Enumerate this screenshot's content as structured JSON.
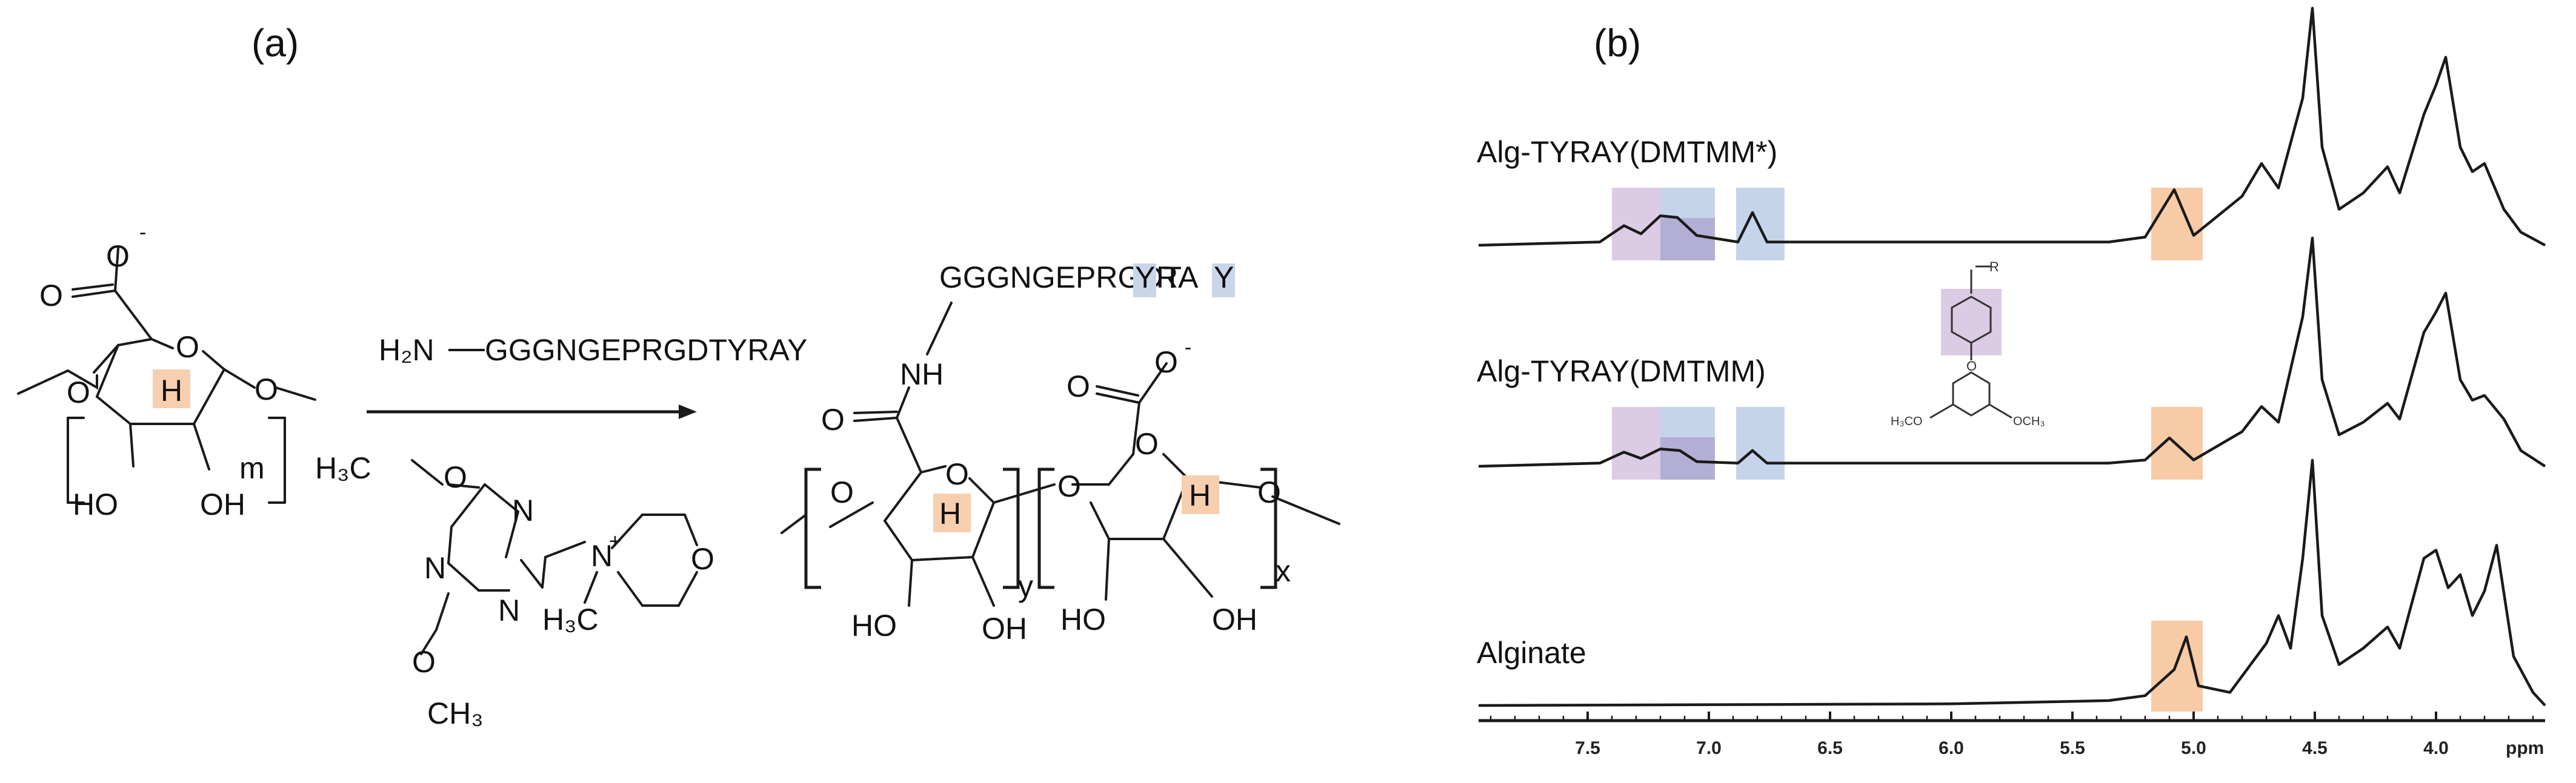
{
  "panels": {
    "a": {
      "label": "(a)"
    },
    "b": {
      "label": "(b)"
    }
  },
  "reactant": {
    "carboxylate_charge": "-",
    "carbonyl_o": "O",
    "ring_o": "O",
    "h_label": "H",
    "hydroxyl_1": "HO",
    "hydroxyl_2": "OH",
    "repeat_index": "m"
  },
  "reagent": {
    "amine": "H₂N",
    "peptide": "GGGNGEPRGDTYRAY",
    "peptide_color": "#1c12e6"
  },
  "dmtmm": {
    "methoxy_top": "H₃C",
    "o_top": "O",
    "n1": "N",
    "n2": "N",
    "n3": "N",
    "n_plus": "N",
    "plus_charge": "+",
    "n_methyl": "H₃C",
    "morph_o": "O",
    "o_bottom": "O",
    "methyl_bottom": "CH₃"
  },
  "product": {
    "peptide_prefix": "GGGNGEPRGDT",
    "peptide_y1": "Y",
    "peptide_mid": "RA",
    "peptide_y2": "Y",
    "amide_nh": "NH",
    "amide_o": "O",
    "ring_o_1": "O",
    "ring_o_2": "O",
    "linker_o": "O",
    "carboxylate_o": "O",
    "carboxylate_charge": "-",
    "h_1": "H",
    "h_2": "H",
    "hydroxyls": [
      "HO",
      "OH",
      "HO",
      "OH"
    ],
    "index_y": "y",
    "index_x": "x"
  },
  "highlight_colors": {
    "anomeric_h": "#f7cfae",
    "peptide_tyr": "#c9d6ea",
    "purple": "#dccbe4",
    "blue": "#c5d4ea",
    "orange": "#f6cba6"
  },
  "chart_data": {
    "type": "line",
    "title": "",
    "xlabel": "ppm",
    "ylabel": "",
    "xlim": [
      7.95,
      3.55
    ],
    "x_reversed": true,
    "x_ticks": [
      7.5,
      7.0,
      6.5,
      6.0,
      5.5,
      5.0,
      4.5,
      4.0
    ],
    "tick_labels": [
      "7.5",
      "7.0",
      "6.5",
      "6.0",
      "5.5",
      "5.0",
      "4.5",
      "4.0"
    ],
    "axis_unit_label": "ppm",
    "grid": false,
    "series": [
      {
        "name": "Alg-TYRAY(DMTMM*)",
        "points": [
          [
            7.95,
            0
          ],
          [
            7.45,
            0.02
          ],
          [
            7.35,
            0.12
          ],
          [
            7.28,
            0.07
          ],
          [
            7.2,
            0.18
          ],
          [
            7.13,
            0.17
          ],
          [
            7.05,
            0.06
          ],
          [
            6.88,
            0.02
          ],
          [
            6.82,
            0.2
          ],
          [
            6.76,
            0.02
          ],
          [
            5.35,
            0.02
          ],
          [
            5.2,
            0.05
          ],
          [
            5.08,
            0.34
          ],
          [
            5.0,
            0.06
          ],
          [
            4.8,
            0.3
          ],
          [
            4.72,
            0.5
          ],
          [
            4.65,
            0.35
          ],
          [
            4.55,
            0.9
          ],
          [
            4.51,
            1.45
          ],
          [
            4.47,
            0.6
          ],
          [
            4.4,
            0.22
          ],
          [
            4.3,
            0.32
          ],
          [
            4.2,
            0.48
          ],
          [
            4.15,
            0.32
          ],
          [
            4.05,
            0.8
          ],
          [
            4.0,
            0.98
          ],
          [
            3.96,
            1.15
          ],
          [
            3.9,
            0.6
          ],
          [
            3.85,
            0.45
          ],
          [
            3.8,
            0.5
          ],
          [
            3.72,
            0.22
          ],
          [
            3.65,
            0.08
          ],
          [
            3.55,
            0
          ]
        ]
      },
      {
        "name": "Alg-TYRAY(DMTMM)",
        "points": [
          [
            7.95,
            0
          ],
          [
            7.45,
            0.02
          ],
          [
            7.35,
            0.09
          ],
          [
            7.28,
            0.05
          ],
          [
            7.2,
            0.11
          ],
          [
            7.12,
            0.1
          ],
          [
            7.05,
            0.03
          ],
          [
            6.88,
            0.02
          ],
          [
            6.82,
            0.1
          ],
          [
            6.76,
            0.02
          ],
          [
            5.35,
            0.02
          ],
          [
            5.2,
            0.04
          ],
          [
            5.1,
            0.18
          ],
          [
            5.0,
            0.04
          ],
          [
            4.8,
            0.22
          ],
          [
            4.72,
            0.38
          ],
          [
            4.65,
            0.28
          ],
          [
            4.55,
            0.95
          ],
          [
            4.51,
            1.45
          ],
          [
            4.47,
            0.55
          ],
          [
            4.4,
            0.2
          ],
          [
            4.3,
            0.28
          ],
          [
            4.2,
            0.4
          ],
          [
            4.15,
            0.3
          ],
          [
            4.05,
            0.85
          ],
          [
            4.0,
            0.98
          ],
          [
            3.96,
            1.1
          ],
          [
            3.9,
            0.55
          ],
          [
            3.85,
            0.42
          ],
          [
            3.8,
            0.45
          ],
          [
            3.72,
            0.3
          ],
          [
            3.65,
            0.1
          ],
          [
            3.55,
            0
          ]
        ]
      },
      {
        "name": "Alginate",
        "points": [
          [
            7.95,
            0
          ],
          [
            6.0,
            0.01
          ],
          [
            5.35,
            0.03
          ],
          [
            5.2,
            0.06
          ],
          [
            5.08,
            0.22
          ],
          [
            5.03,
            0.42
          ],
          [
            4.98,
            0.12
          ],
          [
            4.85,
            0.08
          ],
          [
            4.75,
            0.28
          ],
          [
            4.7,
            0.38
          ],
          [
            4.65,
            0.55
          ],
          [
            4.6,
            0.35
          ],
          [
            4.55,
            0.9
          ],
          [
            4.51,
            1.5
          ],
          [
            4.47,
            0.55
          ],
          [
            4.4,
            0.25
          ],
          [
            4.3,
            0.35
          ],
          [
            4.2,
            0.48
          ],
          [
            4.15,
            0.35
          ],
          [
            4.05,
            0.9
          ],
          [
            4.0,
            0.95
          ],
          [
            3.95,
            0.72
          ],
          [
            3.9,
            0.8
          ],
          [
            3.85,
            0.55
          ],
          [
            3.8,
            0.7
          ],
          [
            3.75,
            0.98
          ],
          [
            3.68,
            0.3
          ],
          [
            3.6,
            0.08
          ],
          [
            3.55,
            0
          ]
        ]
      }
    ]
  }
}
